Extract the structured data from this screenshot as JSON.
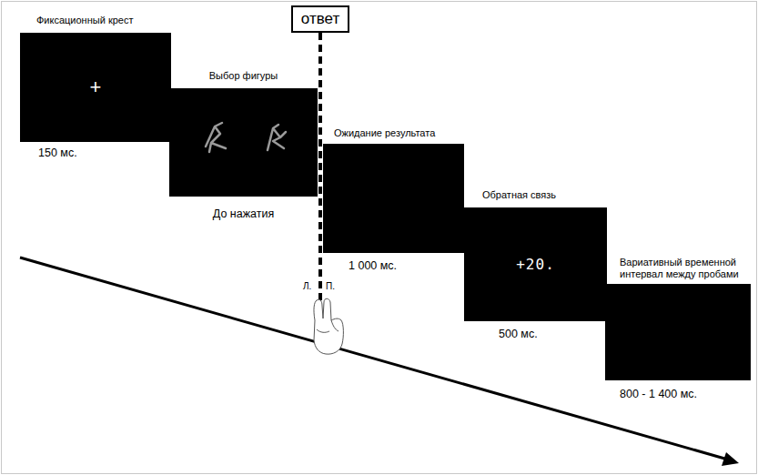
{
  "diagram": {
    "nodes": [
      {
        "text": [
          "Фиксационный крест",
          "+",
          "150 мс."
        ]
      },
      {
        "text": [
          "Выбор фигуры",
          "До нажатия"
        ]
      },
      {
        "text": [
          "Ожидание результата",
          "1 000 мс."
        ]
      },
      {
        "text": [
          "Обратная связь",
          "+20.",
          "500 мс."
        ]
      },
      {
        "text": [
          "Вариативный временной интервал между пробами",
          "800 - 1 400 мс."
        ]
      },
      {
        "text": [
          "ответ"
        ]
      }
    ],
    "labels": [
      "Л.",
      "П."
    ]
  }
}
